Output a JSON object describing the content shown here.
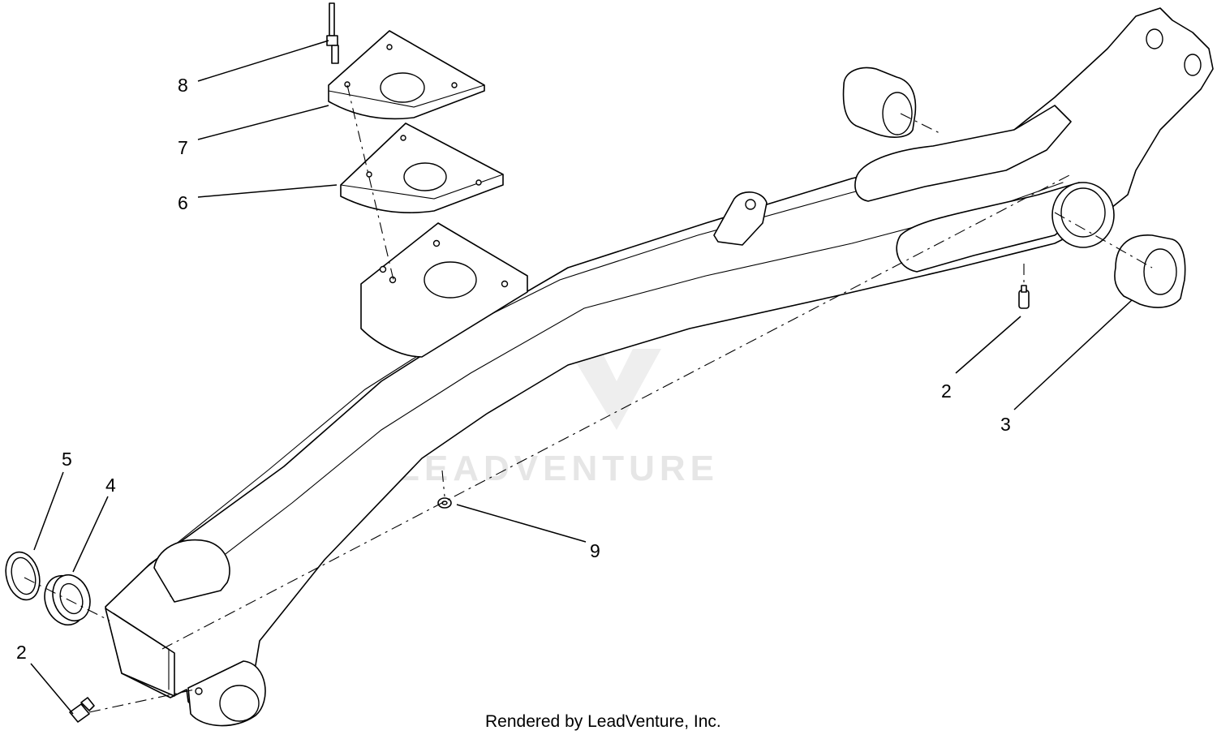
{
  "watermark": {
    "brand": "LEADVENTURE",
    "color": "#e6e6e6"
  },
  "footer": {
    "credit": "Rendered by LeadVenture, Inc."
  },
  "callouts": [
    {
      "id": "8",
      "label": "8"
    },
    {
      "id": "7",
      "label": "7"
    },
    {
      "id": "6",
      "label": "6"
    },
    {
      "id": "5",
      "label": "5"
    },
    {
      "id": "4",
      "label": "4"
    },
    {
      "id": "2a",
      "label": "2"
    },
    {
      "id": "2b",
      "label": "2"
    },
    {
      "id": "3",
      "label": "3"
    },
    {
      "id": "9",
      "label": "9"
    }
  ]
}
